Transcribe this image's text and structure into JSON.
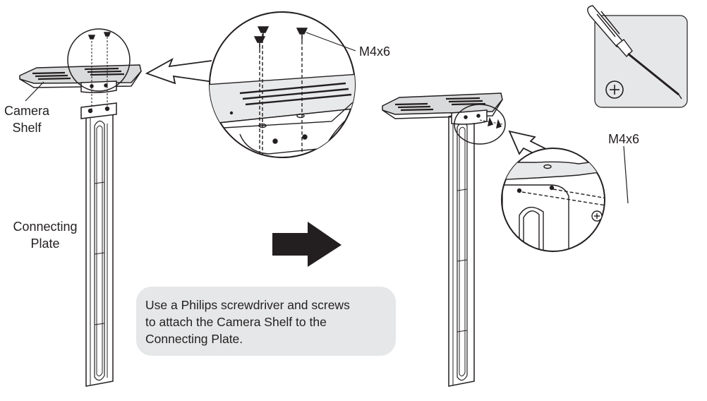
{
  "labels": {
    "camera_shelf": [
      "Camera",
      "Shelf"
    ],
    "connecting_plate": [
      "Connecting",
      "Plate"
    ],
    "screw_top": "M4x6",
    "screw_right": "M4x6"
  },
  "instruction": {
    "lines": [
      "Use a Philips screwdriver and screws",
      "to attach the Camera Shelf to the",
      "Connecting Plate."
    ]
  },
  "icons": {
    "tool": "phillips-screwdriver-icon",
    "tool_symbol": "phillips-head-symbol",
    "step_arrow": "right-arrow-icon"
  },
  "colors": {
    "line": "#231f20",
    "note_background": "#e6e7e8",
    "tool_box": "#e6e7e8",
    "shelf_fill": "#d9dadb"
  }
}
